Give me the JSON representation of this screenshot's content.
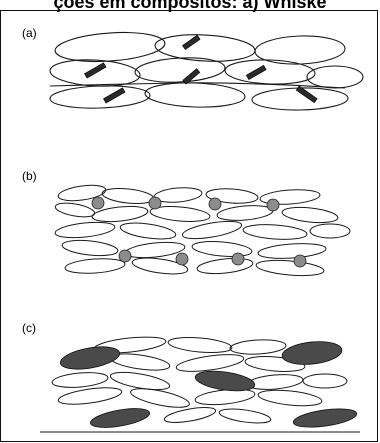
{
  "header": {
    "title": "ções em compósitos: a) Whiske"
  },
  "panels": [
    {
      "label": "(a)"
    },
    {
      "label": "(b)"
    },
    {
      "label": "(c)"
    }
  ],
  "colors": {
    "ink": "#1a1a1a",
    "particle_b": "#8c8c8c",
    "particle_c": "#4a4a4a"
  }
}
